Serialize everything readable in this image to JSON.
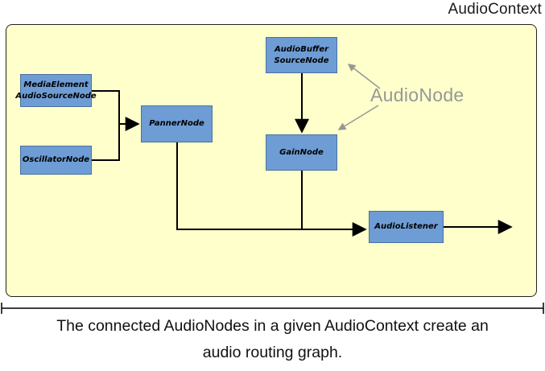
{
  "title": "AudioContext",
  "audionode_label": "AudioNode",
  "caption": {
    "line1": "The connected AudioNodes in a given AudioContext create an",
    "line2": "audio routing graph."
  },
  "nodes": {
    "media_element": {
      "lines": [
        "MediaElement",
        "AudioSourceNode"
      ]
    },
    "oscillator": {
      "lines": [
        "OscillatorNode"
      ]
    },
    "panner": {
      "lines": [
        "PannerNode"
      ]
    },
    "audio_buffer": {
      "lines": [
        "AudioBuffer",
        "SourceNode"
      ]
    },
    "gain": {
      "lines": [
        "GainNode"
      ]
    },
    "audio_listener": {
      "lines": [
        "AudioListener"
      ]
    }
  },
  "colors": {
    "context_background": "#FFFFCC",
    "context_border": "#222222",
    "node_fill": "#6E9CD4",
    "node_border": "#49729E",
    "arrow_black": "#000000",
    "annotation_gray": "#979797"
  }
}
